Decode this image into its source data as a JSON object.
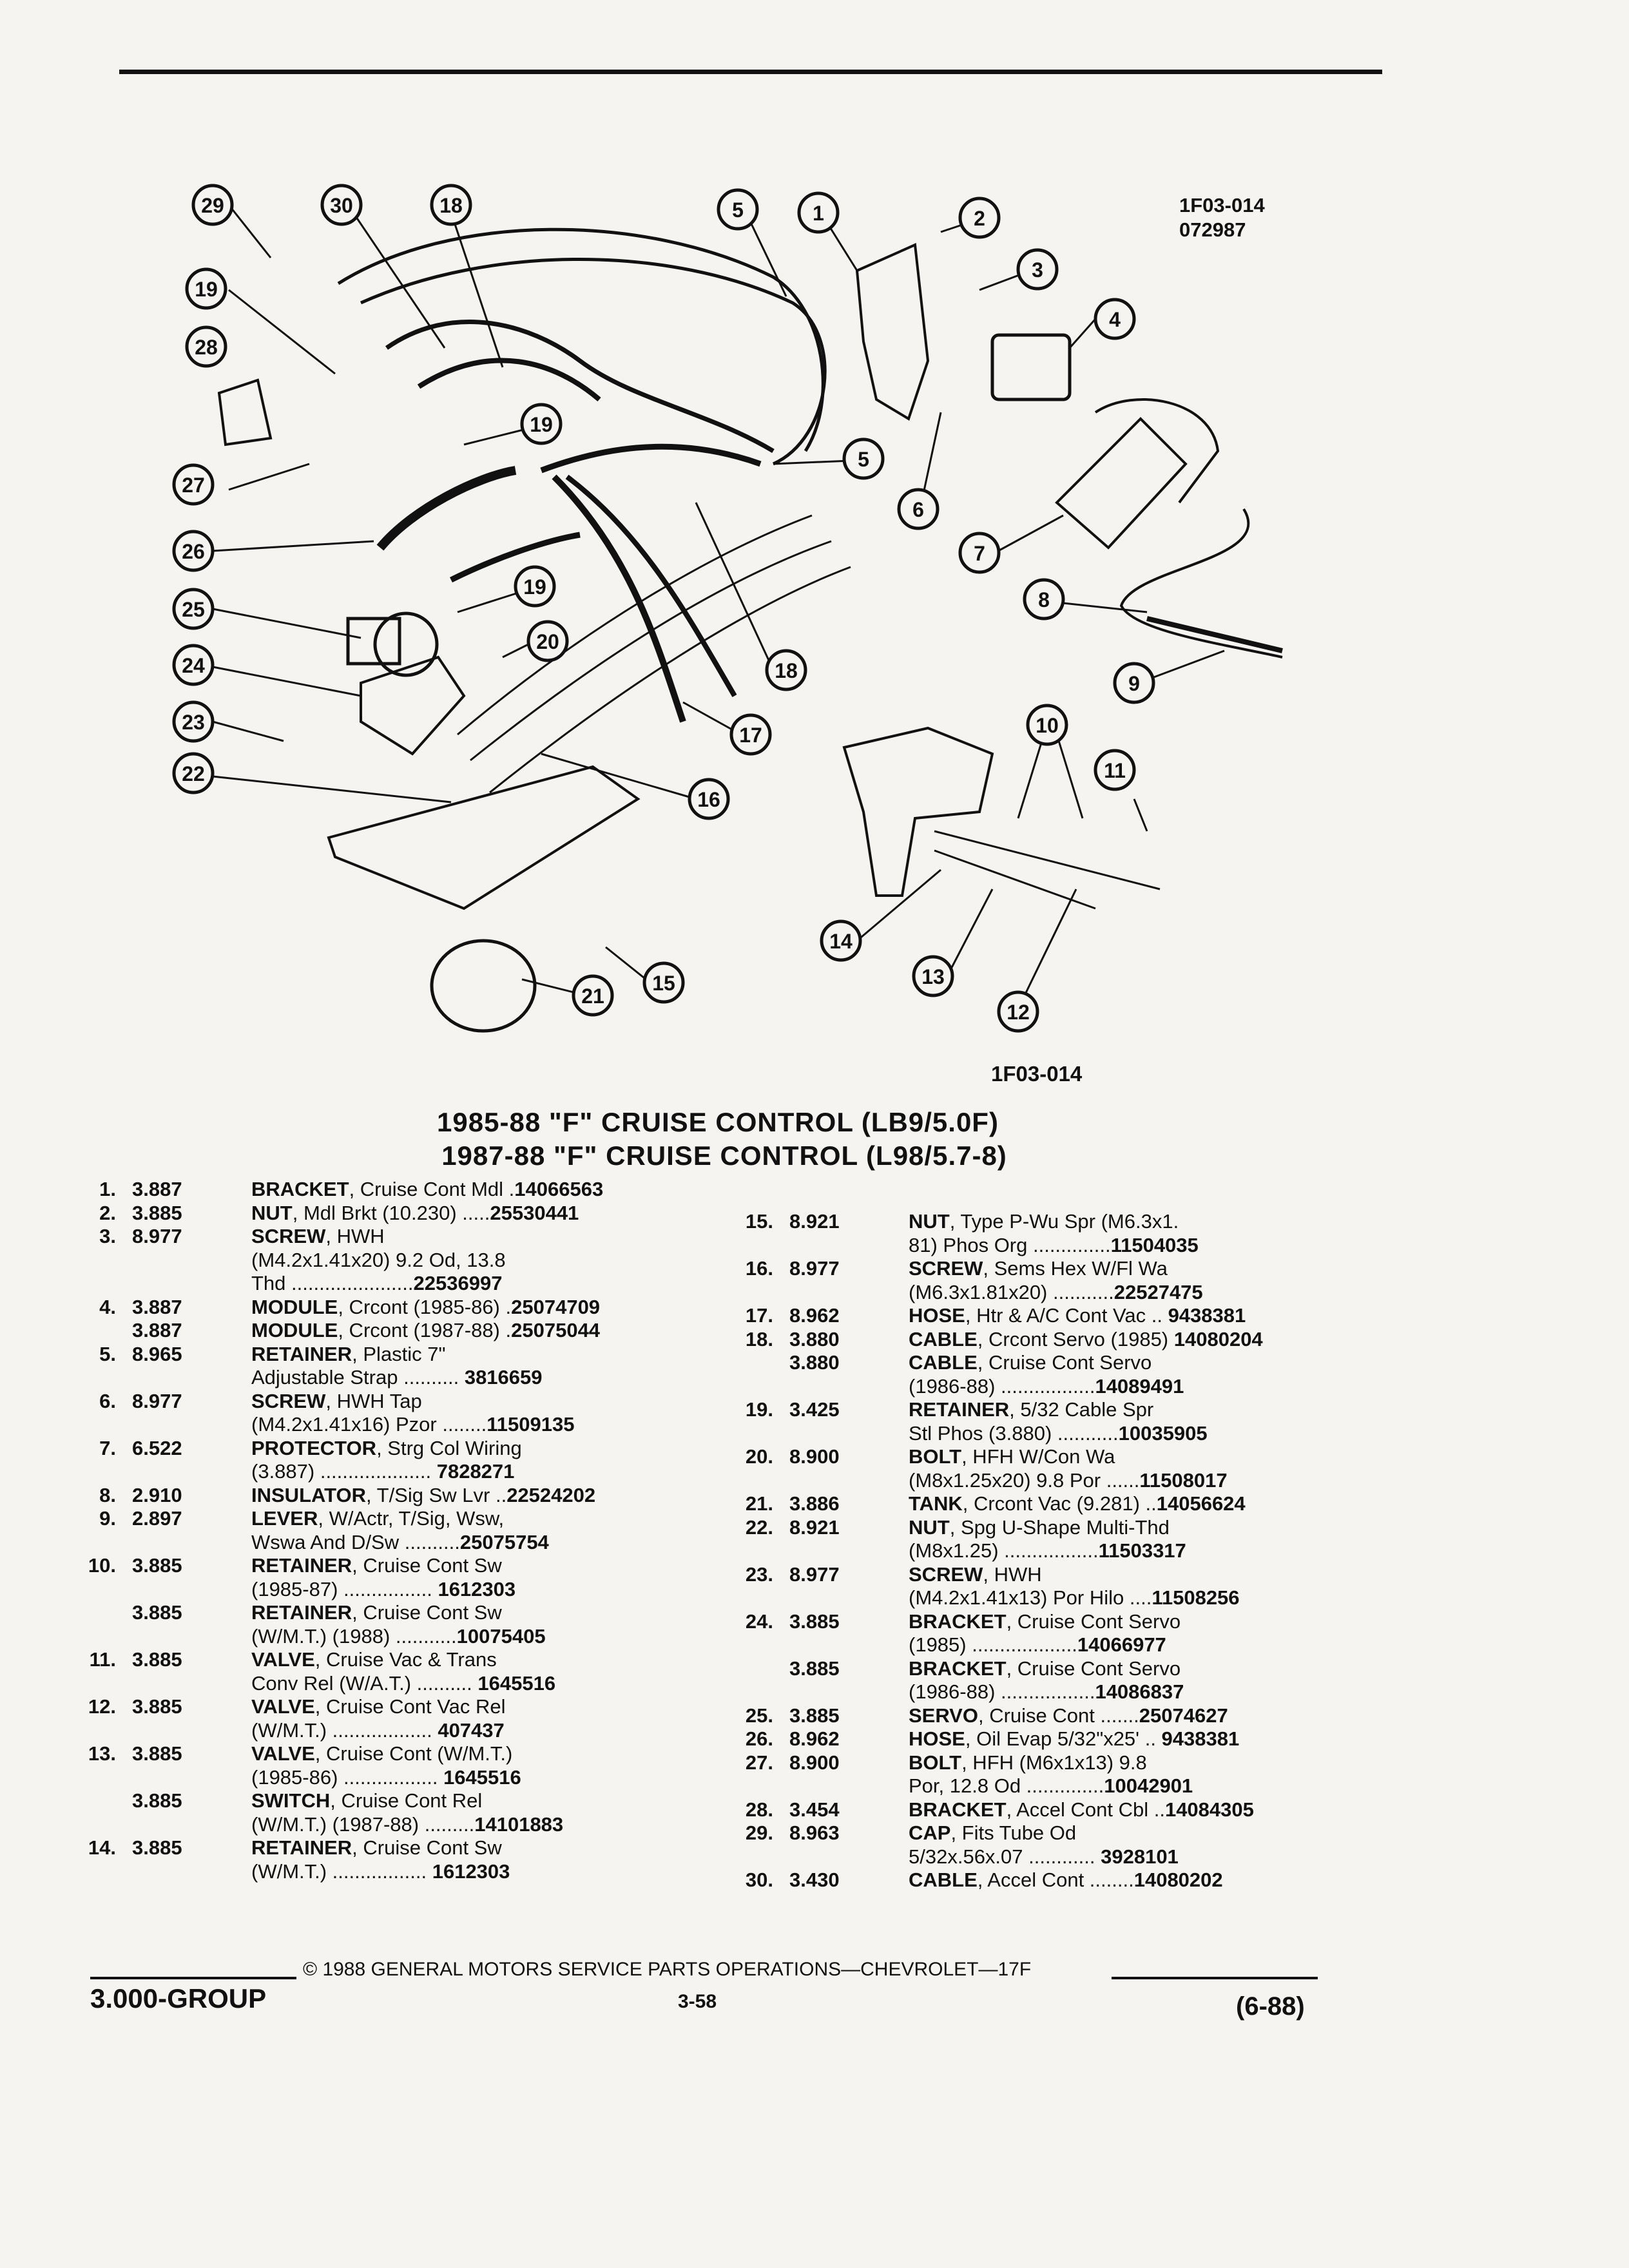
{
  "figure_id": "1F03-014",
  "figure_code": "072987",
  "figure_caption": "1F03-014",
  "titles": [
    "1985-88 \"F\" CRUISE CONTROL (LB9/5.0F)",
    "1987-88 \"F\" CRUISE CONTROL (L98/5.7-8)"
  ],
  "callouts": [
    "29",
    "30",
    "18",
    "5",
    "1",
    "2",
    "3",
    "4",
    "19",
    "28",
    "19",
    "27",
    "5",
    "6",
    "26",
    "7",
    "25",
    "19",
    "8",
    "24",
    "20",
    "18",
    "9",
    "23",
    "17",
    "10",
    "11",
    "22",
    "16",
    "14",
    "13",
    "15",
    "21",
    "12"
  ],
  "left_column": [
    {
      "num": "1.",
      "grp": "3.887",
      "desc": "BRACKET",
      "rest": ", Cruise Cont Mdl  .",
      "pn": "14066563"
    },
    {
      "num": "2.",
      "grp": "3.885",
      "desc": "NUT",
      "rest": ", Mdl Brkt (10.230) .....",
      "pn": "25530441"
    },
    {
      "num": "3.",
      "grp": "8.977",
      "desc": "SCREW",
      "rest": ", HWH",
      "pn": ""
    },
    {
      "num": "",
      "grp": "",
      "desc": "",
      "rest": "(M4.2x1.41x20) 9.2 Od, 13.8",
      "pn": ""
    },
    {
      "num": "",
      "grp": "",
      "desc": "",
      "rest": "Thd ......................",
      "pn": "22536997"
    },
    {
      "num": "4.",
      "grp": "3.887",
      "desc": "MODULE",
      "rest": ", Crcont (1985-86) .",
      "pn": "25074709"
    },
    {
      "num": "",
      "grp": "3.887",
      "desc": "MODULE",
      "rest": ", Crcont (1987-88) .",
      "pn": "25075044"
    },
    {
      "num": "5.",
      "grp": "8.965",
      "desc": "RETAINER",
      "rest": ", Plastic 7\"",
      "pn": ""
    },
    {
      "num": "",
      "grp": "",
      "desc": "",
      "rest": "Adjustable Strap ..........  ",
      "pn": "3816659"
    },
    {
      "num": "6.",
      "grp": "8.977",
      "desc": "SCREW",
      "rest": ", HWH Tap",
      "pn": ""
    },
    {
      "num": "",
      "grp": "",
      "desc": "",
      "rest": "(M4.2x1.41x16) Pzor ........",
      "pn": "11509135"
    },
    {
      "num": "7.",
      "grp": "6.522",
      "desc": "PROTECTOR",
      "rest": ", Strg Col Wiring",
      "pn": ""
    },
    {
      "num": "",
      "grp": "",
      "desc": "",
      "rest": "(3.887) ....................  ",
      "pn": "7828271"
    },
    {
      "num": "8.",
      "grp": "2.910",
      "desc": "INSULATOR",
      "rest": ", T/Sig Sw Lvr  ..",
      "pn": "22524202"
    },
    {
      "num": "9.",
      "grp": "2.897",
      "desc": "LEVER",
      "rest": ", W/Actr, T/Sig, Wsw,",
      "pn": ""
    },
    {
      "num": "",
      "grp": "",
      "desc": "",
      "rest": "Wswa And D/Sw  ..........",
      "pn": "25075754"
    },
    {
      "num": "10.",
      "grp": "3.885",
      "desc": "RETAINER",
      "rest": ", Cruise Cont Sw",
      "pn": ""
    },
    {
      "num": "",
      "grp": "",
      "desc": "",
      "rest": "(1985-87)  ................  ",
      "pn": "1612303"
    },
    {
      "num": "",
      "grp": "3.885",
      "desc": "RETAINER",
      "rest": ", Cruise Cont Sw",
      "pn": ""
    },
    {
      "num": "",
      "grp": "",
      "desc": "",
      "rest": "(W/M.T.) (1988) ...........",
      "pn": "10075405"
    },
    {
      "num": "11.",
      "grp": "3.885",
      "desc": "VALVE",
      "rest": ", Cruise Vac & Trans",
      "pn": ""
    },
    {
      "num": "",
      "grp": "",
      "desc": "",
      "rest": "Conv Rel (W/A.T.) ..........  ",
      "pn": "1645516"
    },
    {
      "num": "12.",
      "grp": "3.885",
      "desc": "VALVE",
      "rest": ", Cruise Cont Vac Rel",
      "pn": ""
    },
    {
      "num": "",
      "grp": "",
      "desc": "",
      "rest": "(W/M.T.)  ..................  ",
      "pn": "407437"
    },
    {
      "num": "13.",
      "grp": "3.885",
      "desc": "VALVE",
      "rest": ", Cruise Cont (W/M.T.)",
      "pn": ""
    },
    {
      "num": "",
      "grp": "",
      "desc": "",
      "rest": "(1985-86) .................  ",
      "pn": "1645516"
    },
    {
      "num": "",
      "grp": "3.885",
      "desc": "SWITCH",
      "rest": ", Cruise Cont Rel",
      "pn": ""
    },
    {
      "num": "",
      "grp": "",
      "desc": "",
      "rest": "(W/M.T.) (1987-88) .........",
      "pn": "14101883"
    },
    {
      "num": "14.",
      "grp": "3.885",
      "desc": "RETAINER",
      "rest": ", Cruise Cont Sw",
      "pn": ""
    },
    {
      "num": "",
      "grp": "",
      "desc": "",
      "rest": "(W/M.T.) .................  ",
      "pn": "1612303"
    }
  ],
  "right_column": [
    {
      "num": "15.",
      "grp": "8.921",
      "desc": "NUT",
      "rest": ", Type P-Wu Spr (M6.3x1.",
      "pn": ""
    },
    {
      "num": "",
      "grp": "",
      "desc": "",
      "rest": "81) Phos Org  ..............",
      "pn": "11504035"
    },
    {
      "num": "16.",
      "grp": "8.977",
      "desc": "SCREW",
      "rest": ", Sems Hex W/Fl Wa",
      "pn": ""
    },
    {
      "num": "",
      "grp": "",
      "desc": "",
      "rest": "(M6.3x1.81x20)  ...........",
      "pn": "22527475"
    },
    {
      "num": "17.",
      "grp": "8.962",
      "desc": "HOSE",
      "rest": ", Htr & A/C Cont Vac  ..  ",
      "pn": "9438381"
    },
    {
      "num": "18.",
      "grp": "3.880",
      "desc": "CABLE",
      "rest": ", Crcont Servo (1985)  ",
      "pn": "14080204"
    },
    {
      "num": "",
      "grp": "3.880",
      "desc": "CABLE",
      "rest": ", Cruise Cont Servo",
      "pn": ""
    },
    {
      "num": "",
      "grp": "",
      "desc": "",
      "rest": "(1986-88)  .................",
      "pn": "14089491"
    },
    {
      "num": "19.",
      "grp": "3.425",
      "desc": "RETAINER",
      "rest": ", 5/32 Cable Spr",
      "pn": ""
    },
    {
      "num": "",
      "grp": "",
      "desc": "",
      "rest": "Stl Phos (3.880)  ...........",
      "pn": "10035905"
    },
    {
      "num": "20.",
      "grp": "8.900",
      "desc": "BOLT",
      "rest": ", HFH W/Con Wa",
      "pn": ""
    },
    {
      "num": "",
      "grp": "",
      "desc": "",
      "rest": "(M8x1.25x20) 9.8 Por  ......",
      "pn": "11508017"
    },
    {
      "num": "21.",
      "grp": "3.886",
      "desc": "TANK",
      "rest": ", Crcont Vac (9.281)  ..",
      "pn": "14056624"
    },
    {
      "num": "22.",
      "grp": "8.921",
      "desc": "NUT",
      "rest": ", Spg U-Shape Multi-Thd",
      "pn": ""
    },
    {
      "num": "",
      "grp": "",
      "desc": "",
      "rest": "(M8x1.25)  .................",
      "pn": "11503317"
    },
    {
      "num": "23.",
      "grp": "8.977",
      "desc": "SCREW",
      "rest": ", HWH",
      "pn": ""
    },
    {
      "num": "",
      "grp": "",
      "desc": "",
      "rest": "(M4.2x1.41x13) Por Hilo  ....",
      "pn": "11508256"
    },
    {
      "num": "24.",
      "grp": "3.885",
      "desc": "BRACKET",
      "rest": ", Cruise Cont Servo",
      "pn": ""
    },
    {
      "num": "",
      "grp": "",
      "desc": "",
      "rest": "(1985)  ...................",
      "pn": "14066977"
    },
    {
      "num": "",
      "grp": "3.885",
      "desc": "BRACKET",
      "rest": ", Cruise Cont Servo",
      "pn": ""
    },
    {
      "num": "",
      "grp": "",
      "desc": "",
      "rest": "(1986-88)  .................",
      "pn": "14086837"
    },
    {
      "num": "25.",
      "grp": "3.885",
      "desc": "SERVO",
      "rest": ", Cruise Cont  .......",
      "pn": "25074627"
    },
    {
      "num": "26.",
      "grp": "8.962",
      "desc": "HOSE",
      "rest": ", Oil Evap 5/32\"x25'  ..  ",
      "pn": "9438381"
    },
    {
      "num": "27.",
      "grp": "8.900",
      "desc": "BOLT",
      "rest": ", HFH (M6x1x13) 9.8",
      "pn": ""
    },
    {
      "num": "",
      "grp": "",
      "desc": "",
      "rest": "Por, 12.8 Od  ..............",
      "pn": "10042901"
    },
    {
      "num": "28.",
      "grp": "3.454",
      "desc": "BRACKET",
      "rest": ", Accel Cont Cbl  ..",
      "pn": "14084305"
    },
    {
      "num": "29.",
      "grp": "8.963",
      "desc": "CAP",
      "rest": ", Fits Tube Od",
      "pn": ""
    },
    {
      "num": "",
      "grp": "",
      "desc": "",
      "rest": "5/32x.56x.07  ............  ",
      "pn": "3928101"
    },
    {
      "num": "30.",
      "grp": "3.430",
      "desc": "CABLE",
      "rest": ", Accel Cont  ........",
      "pn": "14080202"
    }
  ],
  "footer": {
    "copyright": "© 1988 GENERAL MOTORS SERVICE PARTS OPERATIONS—CHEVROLET—17F",
    "group": "3.000-GROUP",
    "page": "3-58",
    "date": "(6-88)"
  }
}
